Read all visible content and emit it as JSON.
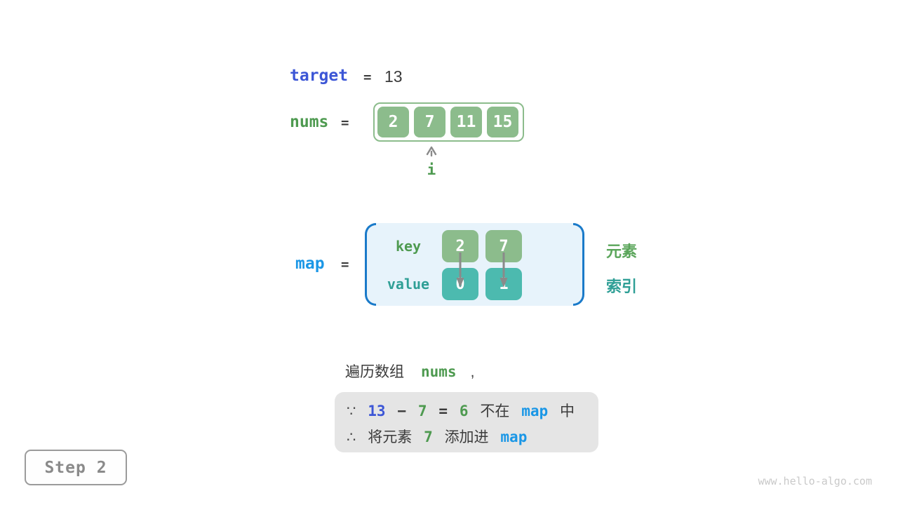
{
  "figure": {
    "step_label": "Step 2",
    "watermark": "www.hello-algo.com"
  },
  "target": {
    "label": "target",
    "equals": "=",
    "value": "13"
  },
  "nums": {
    "label": "nums",
    "equals": "=",
    "cells": [
      "2",
      "7",
      "11",
      "15"
    ],
    "pointer_label": "i"
  },
  "map": {
    "label": "map",
    "equals": "=",
    "key_label": "key",
    "value_label": "value",
    "keys": [
      "2",
      "7"
    ],
    "values": [
      "0",
      "1"
    ],
    "element_label": "元素",
    "index_label": "索引"
  },
  "caption": {
    "prefix": "遍历数组",
    "code": "nums",
    "comma": ","
  },
  "note": {
    "line1": [
      "∵",
      "13",
      "−",
      "7",
      "=",
      "6",
      "不在",
      "map",
      "中"
    ],
    "line2": [
      "∴",
      "将元素",
      "7",
      "添加进",
      "map"
    ]
  },
  "colors": {
    "green_box": "#8cbc8c",
    "teal_box": "#4cbaaf",
    "royal_blue": "#3c56d6",
    "azure_blue": "#1b97e6",
    "green_text": "#4e9a50",
    "teal_text": "#2f9f96",
    "bracket_blue": "#1a7ac9",
    "map_bg": "#e7f3fb",
    "note_bg": "#e5e5e5"
  }
}
